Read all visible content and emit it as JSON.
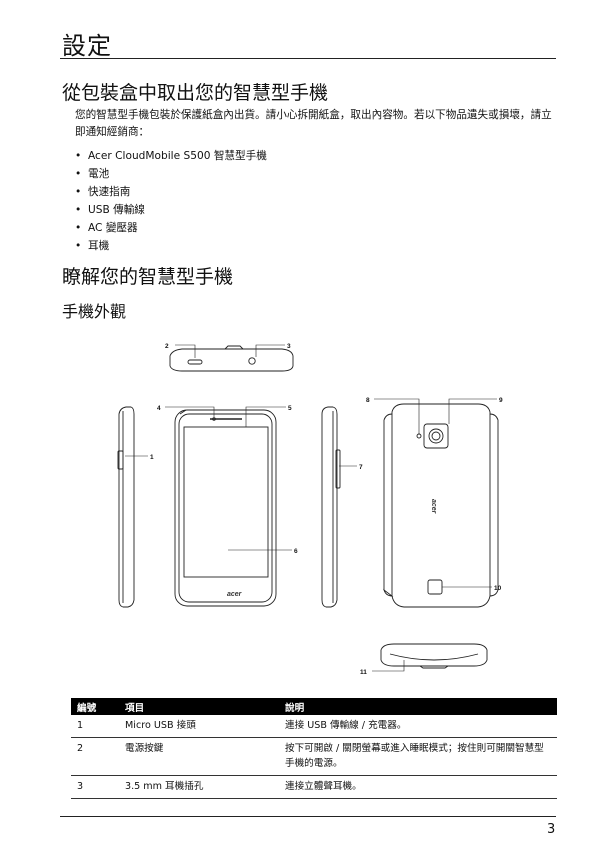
{
  "chapter_title": "設定",
  "section1": {
    "heading": "從包裝盒中取出您的智慧型手機",
    "paragraph": "您的智慧型手機包裝於保護紙盒內出貨。請小心拆開紙盒，取出內容物。若以下物品遺失或損壞，請立即通知經銷商：",
    "items": [
      "Acer CloudMobile S500 智慧型手機",
      "電池",
      "快速指南",
      "USB 傳輸線",
      "AC 變壓器",
      "耳機"
    ]
  },
  "section2": {
    "heading": "瞭解您的智慧型手機",
    "subheading": "手機外觀"
  },
  "figure": {
    "callouts": [
      "1",
      "2",
      "3",
      "4",
      "5",
      "6",
      "7",
      "8",
      "9",
      "10",
      "11"
    ],
    "brand_front": "acer",
    "brand_back": "acer"
  },
  "table": {
    "headers": [
      "編號",
      "項目",
      "說明"
    ],
    "rows": [
      [
        "1",
        "Micro USB 接頭",
        "連接 USB 傳輸線 / 充電器。"
      ],
      [
        "2",
        "電源按鍵",
        "按下可開啟 / 關閉螢幕或進入睡眠模式；按住則可開關智慧型手機的電源。"
      ],
      [
        "3",
        "3.5 mm 耳機插孔",
        "連接立體聲耳機。"
      ]
    ]
  },
  "page_number": "3"
}
